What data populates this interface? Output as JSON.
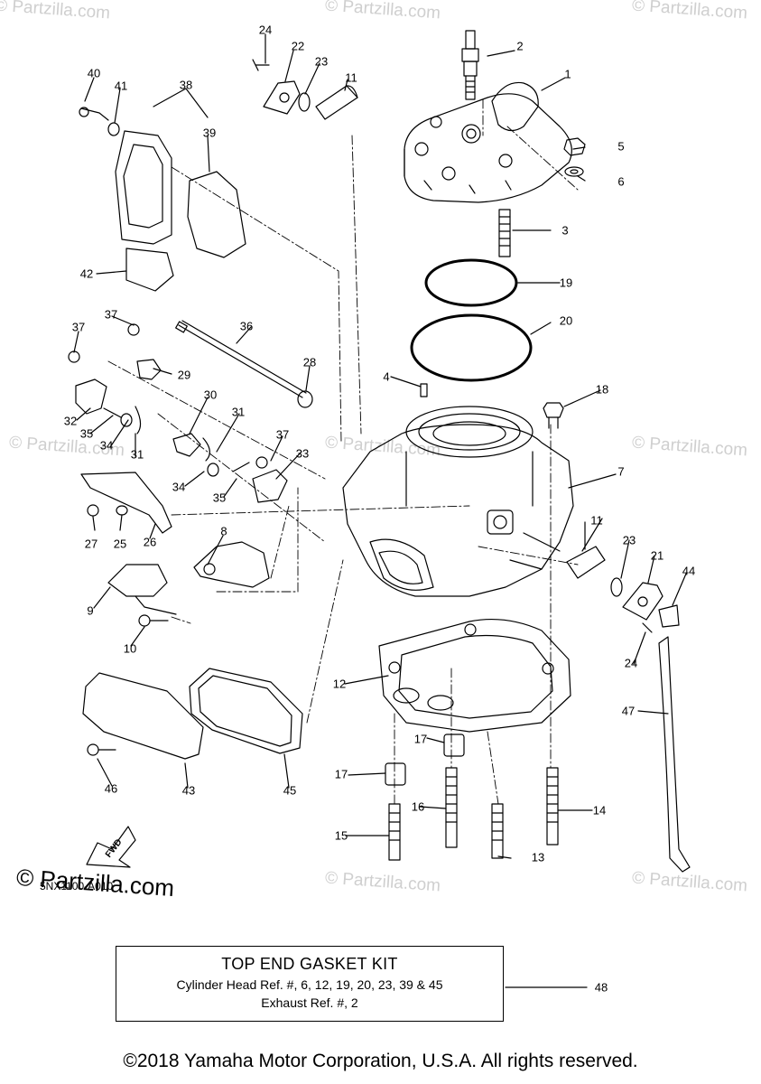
{
  "watermarks": [
    "© Partzilla.com",
    "© Partzilla.com",
    "© Partzilla.com",
    "© Partzilla.com",
    "© Partzilla.com",
    "© Partzilla.com",
    "© Partzilla.com",
    "© Partzilla.com"
  ],
  "callouts": [
    "1",
    "2",
    "3",
    "4",
    "5",
    "6",
    "7",
    "8",
    "9",
    "10",
    "11",
    "11",
    "12",
    "13",
    "14",
    "15",
    "16",
    "17",
    "17",
    "18",
    "19",
    "20",
    "21",
    "22",
    "23",
    "23",
    "24",
    "24",
    "25",
    "26",
    "27",
    "28",
    "29",
    "30",
    "31",
    "31",
    "32",
    "33",
    "34",
    "34",
    "35",
    "35",
    "36",
    "37",
    "37",
    "37",
    "38",
    "39",
    "40",
    "41",
    "42",
    "43",
    "44",
    "45",
    "46",
    "47",
    "48"
  ],
  "fwd_label": "FWD",
  "part_code": "5NX1100-A010",
  "brand_watermark": "© Partzilla.com",
  "kit": {
    "title": "TOP END GASKET KIT",
    "line1": "Cylinder Head Ref. #, 6, 12, 19, 20, 23, 39 & 45",
    "line2": "Exhaust Ref. #, 2"
  },
  "copyright": "©2018 Yamaha Motor Corporation, U.S.A. All rights reserved."
}
